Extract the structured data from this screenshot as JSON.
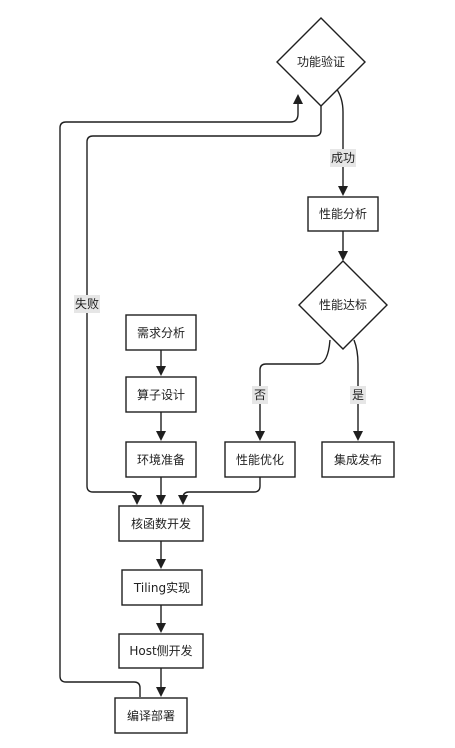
{
  "nodes": {
    "req": "需求分析",
    "op": "算子设计",
    "env": "环境准备",
    "kernel": "核函数开发",
    "tiling": "Tiling实现",
    "host": "Host侧开发",
    "build": "编译部署",
    "verify": "功能验证",
    "perf": "性能分析",
    "perfok": "性能达标",
    "opt": "性能优化",
    "release": "集成发布"
  },
  "edges": {
    "success": "成功",
    "fail": "失败",
    "no": "否",
    "yes": "是"
  }
}
